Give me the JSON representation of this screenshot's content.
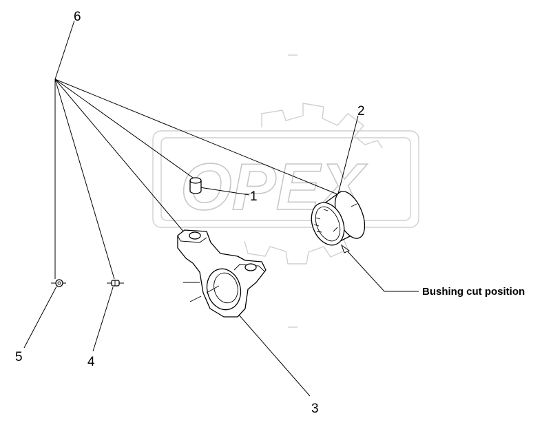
{
  "watermark": {
    "text": "OPEX"
  },
  "callouts": {
    "c1": "1",
    "c2": "2",
    "c3": "3",
    "c4": "4",
    "c5": "5",
    "c6": "6"
  },
  "note": {
    "text": "Bushing cut  position"
  }
}
